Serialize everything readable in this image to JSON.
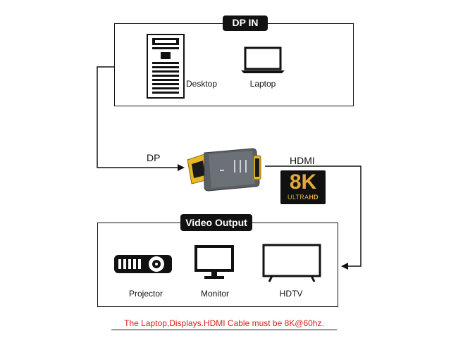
{
  "top_box": {
    "title": "DP IN",
    "devices": [
      {
        "label": "Desktop",
        "icon": "desktop-tower-icon"
      },
      {
        "label": "Laptop",
        "icon": "laptop-icon"
      }
    ]
  },
  "adapter": {
    "input_label": "DP",
    "output_label": "HDMI",
    "icon": "dp-to-hdmi-adapter-icon",
    "badge": {
      "main": "8K",
      "sub_left": "ULTRA",
      "sub_right": "HD"
    }
  },
  "bottom_box": {
    "title": "Video Output",
    "devices": [
      {
        "label": "Projector",
        "icon": "projector-icon"
      },
      {
        "label": "Monitor",
        "icon": "monitor-icon"
      },
      {
        "label": "HDTV",
        "icon": "hdtv-icon"
      }
    ]
  },
  "footer_note": {
    "text": "The Laptop,Displays.HDMI Cable must be 8K@60hz.",
    "color": "#d81e1e"
  },
  "colors": {
    "line": "#111111",
    "badge_gold": "#e2a93c",
    "adapter_body": "#5a5f66",
    "dp_plug": "#e8b822"
  }
}
